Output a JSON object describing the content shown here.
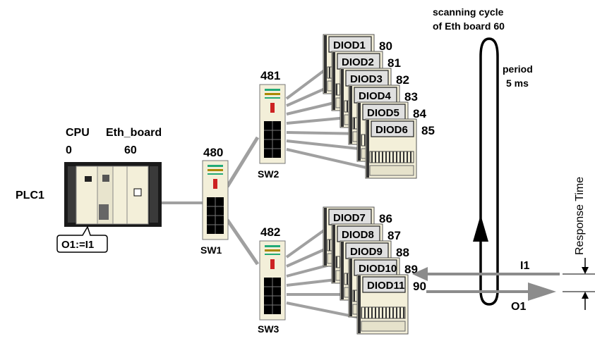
{
  "plc": {
    "name": "PLC1",
    "cpu_label": "CPU",
    "cpu_address": "0",
    "eth_label": "Eth_board",
    "eth_address": "60",
    "program": "O1:=I1"
  },
  "switches": [
    {
      "name": "SW1",
      "address": "480"
    },
    {
      "name": "SW2",
      "address": "481"
    },
    {
      "name": "SW3",
      "address": "482"
    }
  ],
  "diods_sw2": [
    {
      "name": "DIOD1",
      "address": "80"
    },
    {
      "name": "DIOD2",
      "address": "81"
    },
    {
      "name": "DIOD3",
      "address": "82"
    },
    {
      "name": "DIOD4",
      "address": "83"
    },
    {
      "name": "DIOD5",
      "address": "84"
    },
    {
      "name": "DIOD6",
      "address": "85"
    }
  ],
  "diods_sw3": [
    {
      "name": "DIOD7",
      "address": "86"
    },
    {
      "name": "DIOD8",
      "address": "87"
    },
    {
      "name": "DIOD9",
      "address": "88"
    },
    {
      "name": "DIOD10",
      "address": "89"
    },
    {
      "name": "DIOD11",
      "address": "90"
    }
  ],
  "cycle": {
    "title_line1": "scanning cycle",
    "title_line2": "of Eth board 60",
    "period_line1": "period",
    "period_line2": "5 ms"
  },
  "signals": {
    "input": "I1",
    "output": "O1",
    "response_time": "Response Time"
  },
  "colors": {
    "cable": "#a0a0a0",
    "arrow": "#8c8c8c",
    "device_face": "#f3efd9",
    "rack": "#1a1a1a",
    "label_box": "#e0e0e0"
  }
}
